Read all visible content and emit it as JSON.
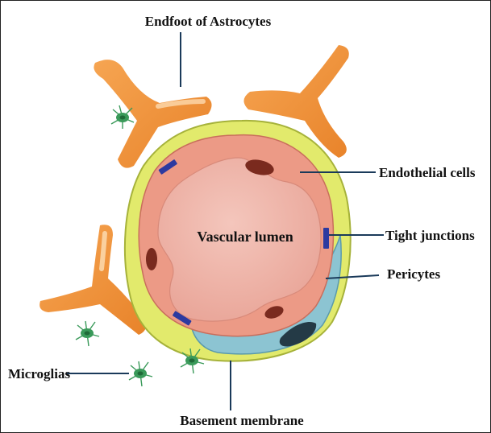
{
  "labels": {
    "endfoot": "Endfoot of Astrocytes",
    "endothelial": "Endothelial cells",
    "tight_junctions": "Tight junctions",
    "pericytes": "Pericytes",
    "microglias": "Microglias",
    "basement": "Basement membrane",
    "lumen": "Vascular lumen"
  },
  "colors": {
    "astrocyte": "#f0963c",
    "basement": "#e2ea6c",
    "endothelial": "#ec9a86",
    "lumen": "#f0b8ae",
    "pericyte": "#8cc4d2",
    "tight_junction": "#2c3aa0",
    "nucleus": "#7a2a1e",
    "microglia": "#3a9a5a"
  }
}
